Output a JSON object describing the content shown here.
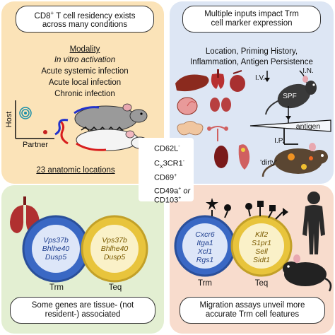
{
  "top_left": {
    "title_line1": "CD8",
    "title_sup": "+",
    "title_line1_rest": " T cell residency exists",
    "title_line2": "across many conditions",
    "modality_heading": "Modality",
    "modalities": [
      "In vitro activation",
      "Acute systemic infection",
      "Acute local infection",
      "Chronic infection"
    ],
    "host_label": "Host",
    "partner_label": "Partner",
    "anatomic": "23 anatomic locations"
  },
  "top_right": {
    "title_line1": "Multiple inputs impact Trm",
    "title_line2": "cell marker expression",
    "inputs_line1": "Location, Priming History,",
    "inputs_line2": "Inflammation, Antigen Persistence",
    "iv_label": "I.V.",
    "in_label": "I.N.",
    "ip_label": "I.P.",
    "spf_label": "SPF",
    "antigen_label": "antigen",
    "dirty_label": "'dirty'"
  },
  "legend": {
    "items": [
      {
        "symbol": "square",
        "label": "CD62L",
        "sup": "-"
      },
      {
        "symbol": "triangle",
        "label": "C",
        "sub": "X",
        "rest": "3CR1",
        "sup": "-"
      },
      {
        "symbol": "circle",
        "label": "CD69",
        "sup": "+"
      },
      {
        "symbol": "star",
        "label": "CD49a",
        "sup": "+",
        "or": "or",
        "label2": "CD103",
        "sup2": "+"
      }
    ]
  },
  "bottom_left": {
    "trm_genes": [
      "Vps37b",
      "Bhlhe40",
      "Dusp5"
    ],
    "teq_genes": [
      "Vps37b",
      "Bhlhe40",
      "Dusp5"
    ],
    "trm_label": "Trm",
    "teq_label": "Teq",
    "caption_line1": "Some genes are tissue- (not",
    "caption_line2": "resident-) associated"
  },
  "bottom_right": {
    "trm_genes": [
      "Cxcr6",
      "Itga1",
      "Xcl1",
      "Rgs1"
    ],
    "teq_genes": [
      "Klf2",
      "S1pr1",
      "Sell",
      "Sidt1"
    ],
    "trm_label": "Trm",
    "teq_label": "Teq",
    "caption_line1": "Migration assays unveil more",
    "caption_line2": "accurate Trm cell features"
  },
  "colors": {
    "top_left_bg": "#fbe3b8",
    "top_right_bg": "#dde6f4",
    "bottom_left_bg": "#e3efd2",
    "bottom_right_bg": "#f8dccd",
    "trm_blue": "#3a68c4",
    "teq_yellow": "#e8c43c",
    "mouse_red": "#d81e1e",
    "mouse_blue": "#2233cc"
  }
}
